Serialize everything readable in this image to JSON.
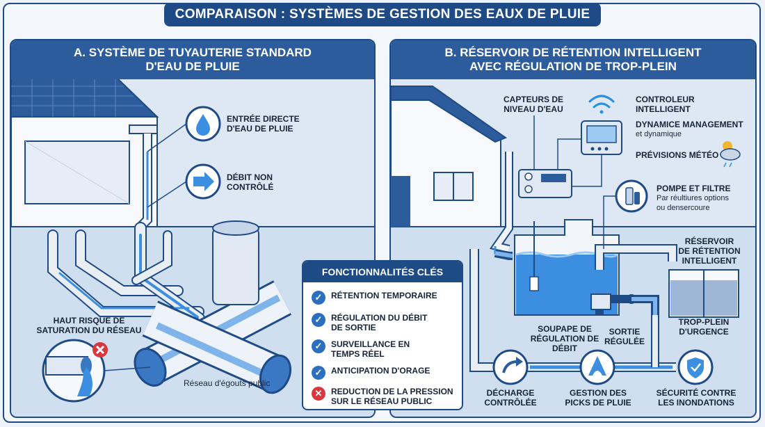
{
  "title": "COMPARAISON : SYSTÈMES DE GESTION DES EAUX DE PLUIE",
  "panel_a": {
    "heading_line1": "A. SYSTÈME DE TUYAUTERIE STANDARD",
    "heading_line2": "D'EAU DE PLUIE",
    "entree": [
      "ENTRÉE DIRECTE",
      "D'EAU DE PLUIE"
    ],
    "debit": [
      "DÉBIT NON",
      "CONTRÔLÉ"
    ],
    "risque": [
      "HAUT RISQUE DE",
      "SATURATION DU RÉSEAU"
    ],
    "egouts": "Réseau d'égouts public"
  },
  "panel_b": {
    "heading_line1": "B. RÉSERVOIR DE RÉTENTION INTELLIGENT",
    "heading_line2": "AVEC RÉGULATION DE TROP-PLEIN",
    "capteurs": [
      "CAPTEURS DE",
      "NIVEAU D'EAU"
    ],
    "controleur": [
      "CONTROLEUR",
      "INTELLIGENT"
    ],
    "dynamic": "DYNAMICE MANAGEMENT",
    "dynamic_sub": "et dynamique",
    "previsions": "PRÉVISIONS MÉTÉO",
    "pompe": "POMPE ET FILTRE",
    "pompe_sub": [
      "Par réultiures options",
      "ou densercoure"
    ],
    "reservoir": [
      "RÉSERVOIR",
      "DE RÉTENTION",
      "INTELLIGENT"
    ],
    "tropplein": [
      "TROP-PLEIN",
      "D'URGENCE"
    ],
    "soupape": [
      "SOUPAPE DE",
      "RÉGULATION DE",
      "DÉBIT"
    ],
    "sortie": [
      "SORTIE",
      "RÉGULÉE"
    ],
    "decharge": [
      "DÉCHARGE",
      "CONTRÔLÉE"
    ],
    "gestion": [
      "GESTION DES",
      "PICKS DE PLUIE"
    ],
    "securite": [
      "SÉCURITÉ CONTRE",
      "LES INONDATIONS"
    ]
  },
  "key_features": {
    "title": "FONCTIONNALITÉS CLÉS",
    "items": [
      {
        "lines": [
          "RÉTENTION TEMPORAIRE"
        ],
        "status": "check"
      },
      {
        "lines": [
          "RÉGULATION DU DÉBIT",
          "DE SORTIE"
        ],
        "status": "check"
      },
      {
        "lines": [
          "SURVEILLANCE EN",
          "TEMPS RÉEL"
        ],
        "status": "check"
      },
      {
        "lines": [
          "ANTICIPATION D'ORAGE"
        ],
        "status": "check"
      },
      {
        "lines": [
          "REDUCTION DE LA PRESSION",
          "SUR LE RÉSEAU PUBLIC"
        ],
        "status": "cross"
      }
    ]
  },
  "colors": {
    "navy": "#1e4a86",
    "water": "#3b8ee0",
    "check": "#2a6fc0",
    "cross": "#d9363e"
  }
}
